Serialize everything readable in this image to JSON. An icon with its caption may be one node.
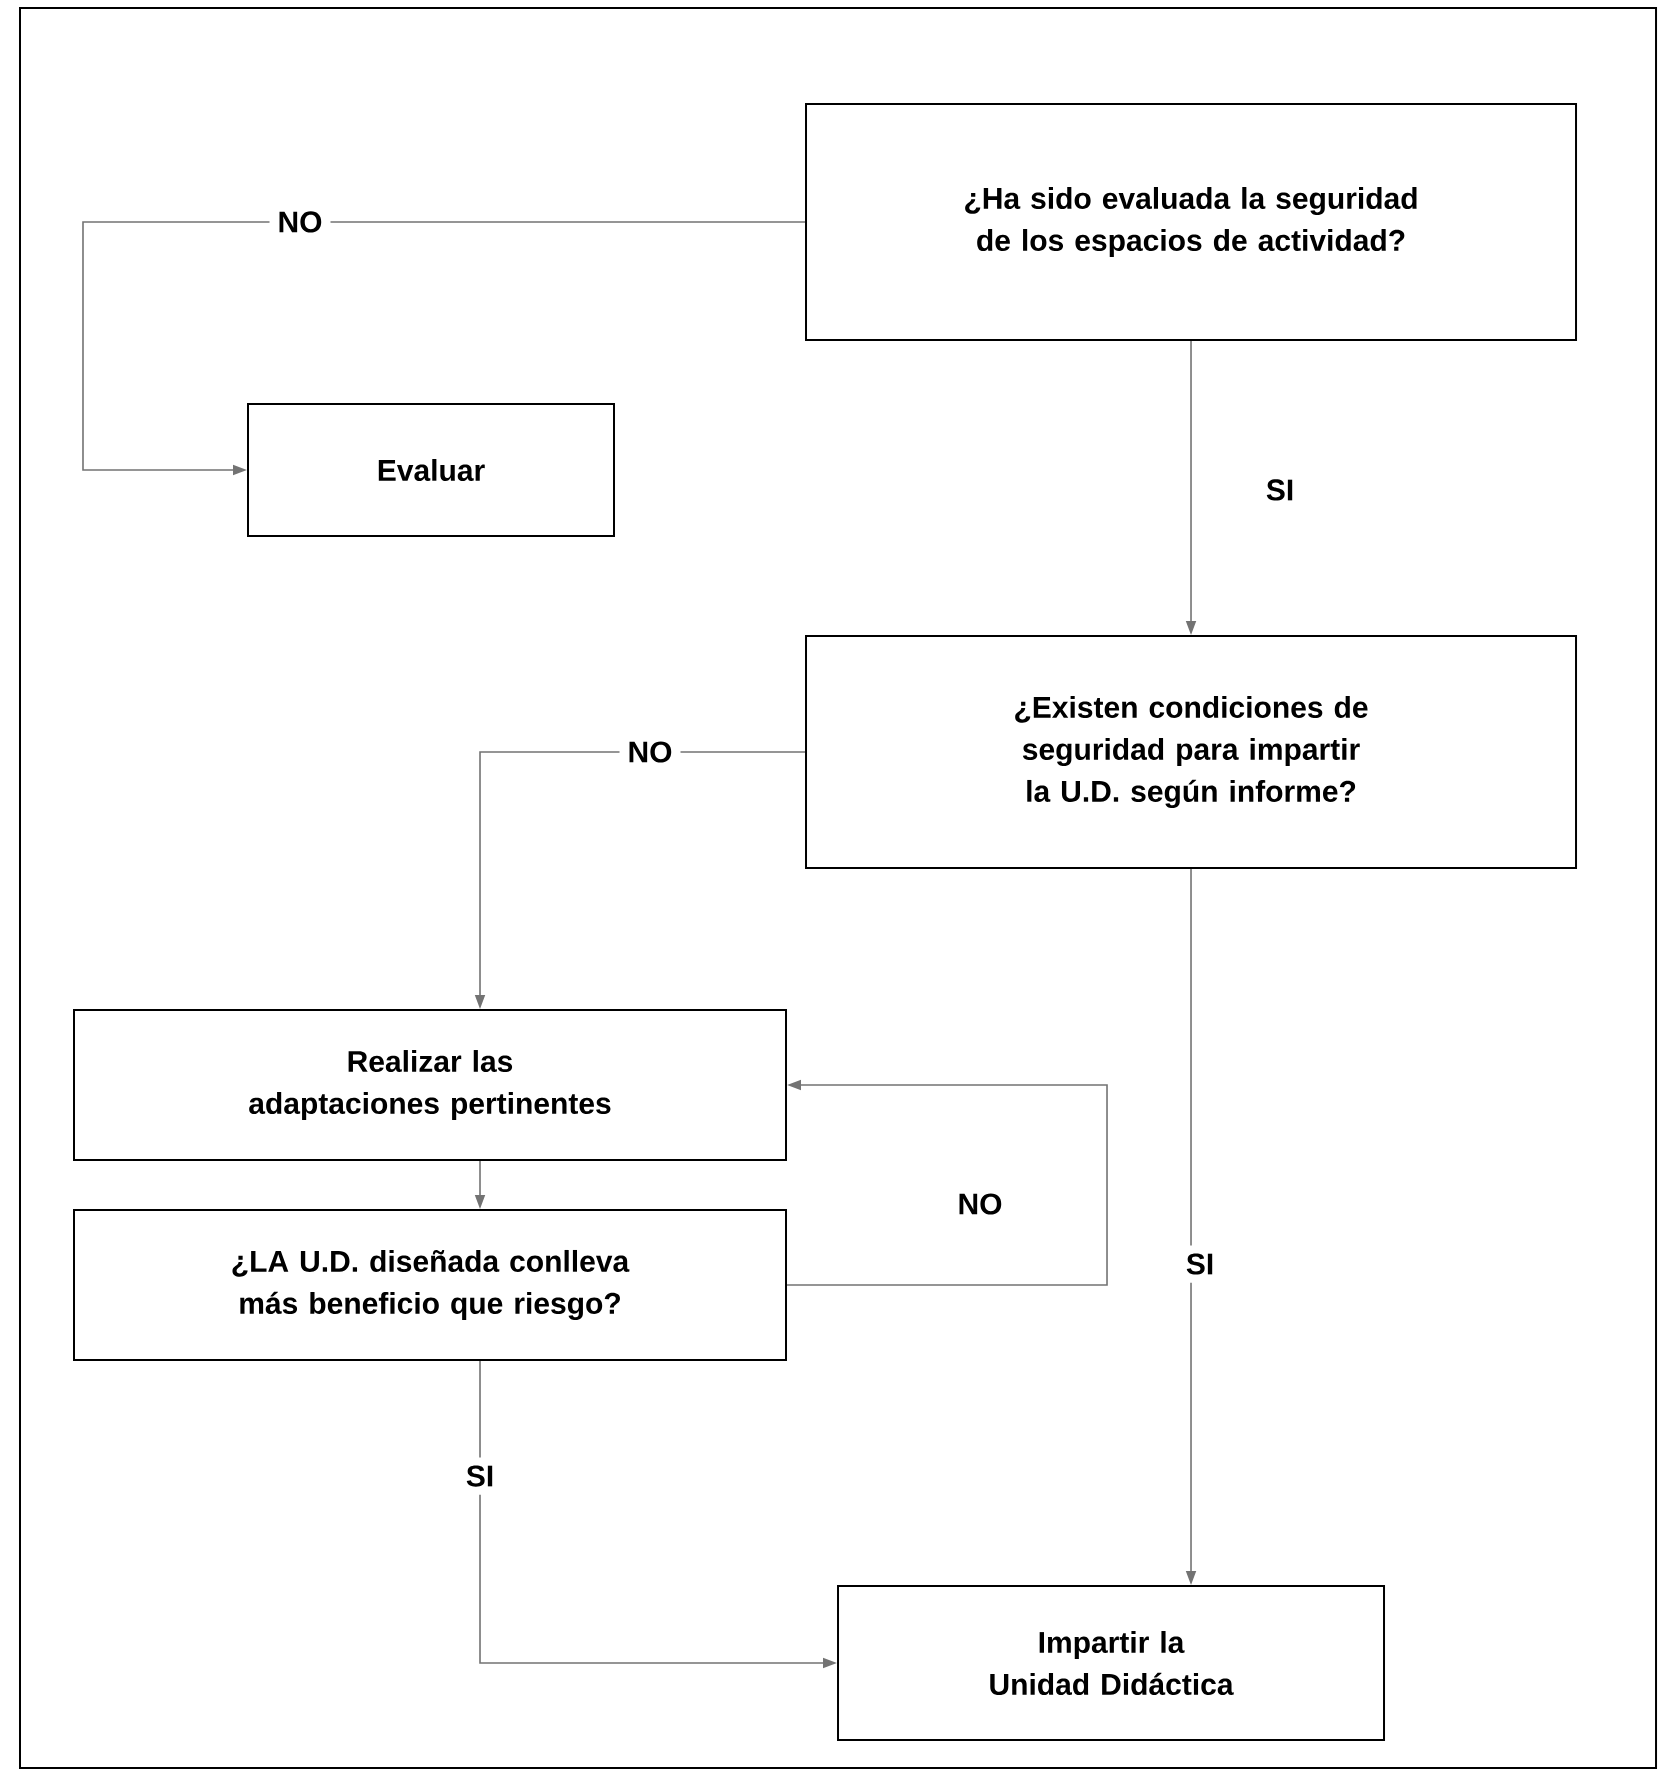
{
  "diagram": {
    "nodes": [
      {
        "text": [
          "¿Ha sido evaluada la seguridad de los espacios de actividad?"
        ]
      },
      {
        "text": [
          "Evaluar"
        ]
      },
      {
        "text": [
          "¿Existen condiciones de seguridad para impartir la U.D. según informe?"
        ]
      },
      {
        "text": [
          "Realizar las adaptaciones pertinentes"
        ]
      },
      {
        "text": [
          "¿LA U.D. diseñada conlleva más beneficio que riesgo?"
        ]
      },
      {
        "text": [
          "Impartir la Unidad Didáctica"
        ]
      }
    ],
    "edges": [
      {
        "from": 0,
        "to": 1,
        "arrow": "to",
        "label": "NO"
      },
      {
        "from": 0,
        "to": 2,
        "arrow": "to",
        "label": "SI"
      },
      {
        "from": 2,
        "to": 3,
        "arrow": "to",
        "label": "NO"
      },
      {
        "from": 2,
        "to": 5,
        "arrow": "to",
        "label": "SI"
      },
      {
        "from": 3,
        "to": 4,
        "arrow": "to"
      },
      {
        "from": 4,
        "to": 3,
        "arrow": "to",
        "label": "NO"
      },
      {
        "from": 4,
        "to": 5,
        "arrow": "to",
        "label": "SI"
      }
    ]
  }
}
